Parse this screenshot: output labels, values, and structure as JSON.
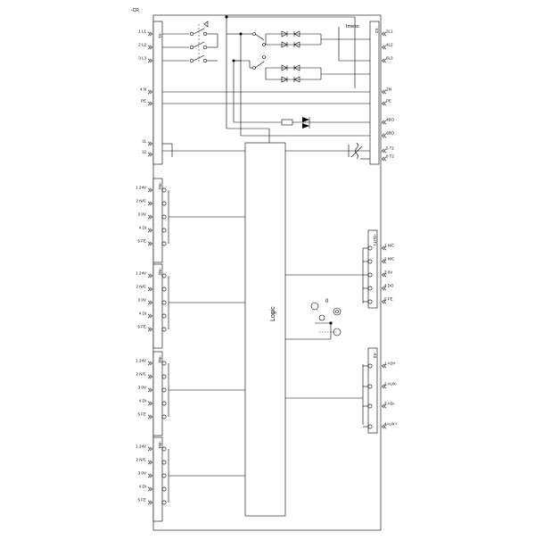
{
  "device_label": "-CR",
  "imess_label": "Imess",
  "logic_label": "Logic",
  "switch_zero_label": "0",
  "x1": {
    "label": "-X1",
    "terminals": [
      "1 L1",
      "2 L2",
      "3 L3",
      "4  N",
      "PE",
      "11",
      "12"
    ]
  },
  "x2": {
    "label": "-X2",
    "terminals": [
      "2L1",
      "4L2",
      "6L3",
      "ZN",
      "PE",
      "4BO",
      "6BO",
      "5 T1",
      "6 T2"
    ]
  },
  "inputs": [
    {
      "label": "-IN1",
      "pins": [
        "1 24V",
        "2 N/C",
        "3 0V",
        "4 DI",
        "5 FE"
      ]
    },
    {
      "label": "-IN2",
      "pins": [
        "1 24V",
        "2 N/C",
        "3 0V",
        "4 DI",
        "5 FE"
      ]
    },
    {
      "label": "-IN3",
      "pins": [
        "1 24V",
        "2 N/C",
        "3 0V",
        "4 DI",
        "5 FE"
      ]
    },
    {
      "label": "-IN4",
      "pins": [
        "1 24V",
        "2 N/C",
        "3 0V",
        "4 DI",
        "5 FE"
      ]
    }
  ],
  "out1": {
    "label": "-OUT1",
    "pins": [
      "1 N/C",
      "2 N/C",
      "3 0V",
      "4 DO",
      "5 FE"
    ]
  },
  "x3": {
    "label": "-X3",
    "pins": [
      "1 ASi+",
      "2 AUX-",
      "3 ASi-",
      "4AUX+"
    ]
  }
}
